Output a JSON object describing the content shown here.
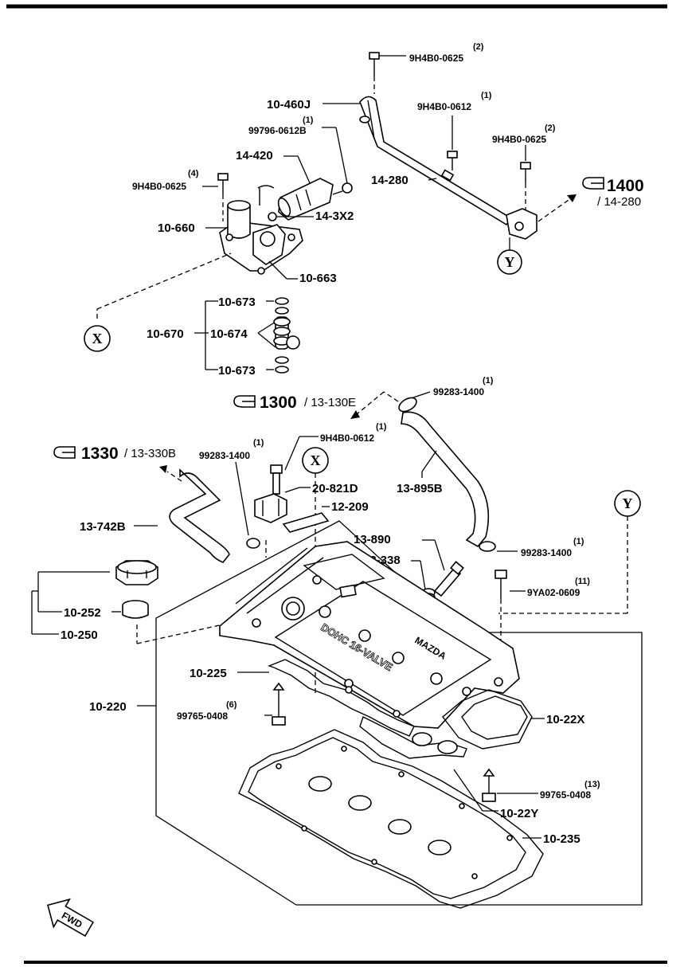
{
  "labels": {
    "p_9h4b0_0625_top": "9H4B0-0625",
    "q_9h4b0_0625_top": "(2)",
    "p_9h4b0_0612_top": "9H4B0-0612",
    "q_9h4b0_0612_top": "(1)",
    "p_9h4b0_0625_right": "9H4B0-0625",
    "q_9h4b0_0625_right": "(2)",
    "p_10_460j": "10-460J",
    "p_99796_0612b": "99796-0612B",
    "q_99796_0612b": "(1)",
    "p_14_420": "14-420",
    "p_14_280": "14-280",
    "p_9h4b0_0625_left": "9H4B0-0625",
    "q_9h4b0_0625_left": "(4)",
    "p_14_3x2": "14-3X2",
    "p_10_660": "10-660",
    "p_10_663": "10-663",
    "p_10_673_a": "10-673",
    "p_10_670": "10-670",
    "p_10_674": "10-674",
    "p_10_673_b": "10-673",
    "p_99283_1400_top": "99283-1400",
    "q_99283_1400_top": "(1)",
    "p_9h4b0_0612_mid": "9H4B0-0612",
    "q_9h4b0_0612_mid": "(1)",
    "p_99283_1400_left": "99283-1400",
    "q_99283_1400_left": "(1)",
    "p_20_821d": "20-821D",
    "p_13_895b": "13-895B",
    "p_12_209": "12-209",
    "p_13_742b": "13-742B",
    "p_13_890": "13-890",
    "p_13_338": "13-338",
    "p_99283_1400_right": "99283-1400",
    "q_99283_1400_right": "(1)",
    "p_9ya02_0609": "9YA02-0609",
    "q_9ya02_0609": "(11)",
    "p_10_252": "10-252",
    "p_10_250": "10-250",
    "p_10_225": "10-225",
    "p_10_220": "10-220",
    "p_99765_0408_left": "99765-0408",
    "q_99765_0408_left": "(6)",
    "p_10_22x": "10-22X",
    "p_99765_0408_right": "99765-0408",
    "q_99765_0408_right": "(13)",
    "p_10_22y": "10-22Y",
    "p_10_235": "10-235"
  },
  "references": {
    "r1400_num": "1400",
    "r1400_sub": "/ 14-280",
    "r1300_num": "1300",
    "r1300_sub": "/ 13-130E",
    "r1330_num": "1330",
    "r1330_sub": "/ 13-330B"
  },
  "callouts": {
    "x_top": "X",
    "y_top": "Y",
    "x_mid": "X",
    "y_right": "Y"
  },
  "engraving": {
    "cover_text": "DOHC 16-VALVE",
    "logo_text": "MAZDA"
  },
  "fwd_label": "FWD",
  "icons": {
    "reference": "pointing-hand-icon",
    "direction": "fwd-arrow-icon"
  }
}
